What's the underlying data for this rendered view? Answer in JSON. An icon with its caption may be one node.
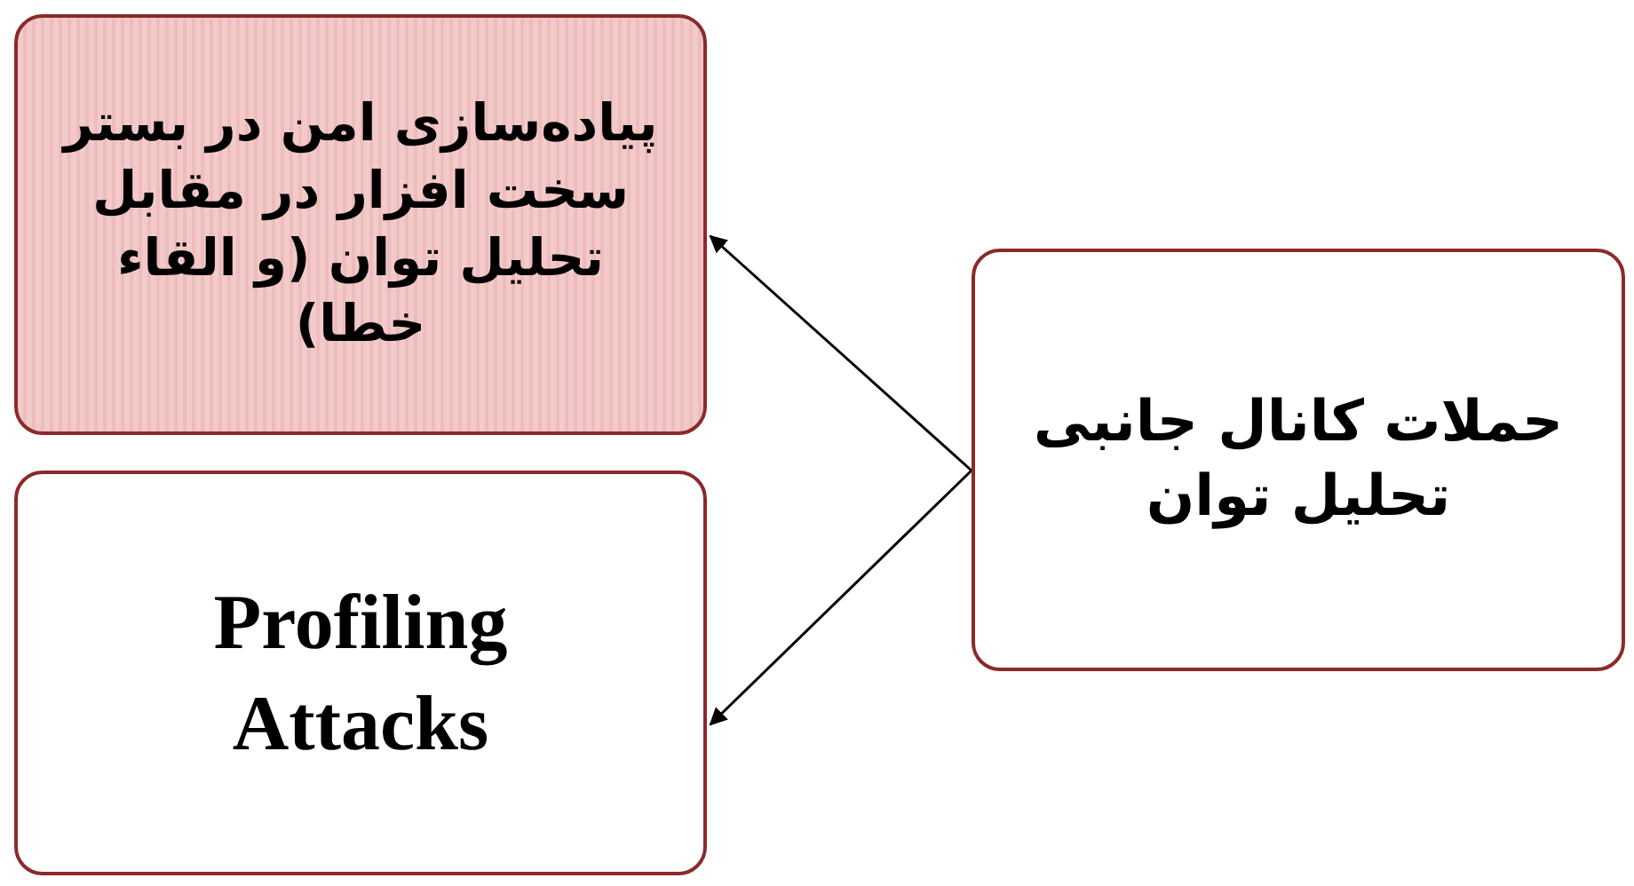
{
  "diagram": {
    "nodes": [
      {
        "text": [
          "پیاده‌سازی امن در بستر سخت افزار در مقابل تحلیل توان (و القاء خطا)"
        ]
      },
      {
        "text": [
          "Profiling Attacks"
        ]
      },
      {
        "text": [
          "حملات کانال جانبی تحلیل توان"
        ]
      }
    ],
    "edges": [
      {
        "from": 2,
        "to": 0,
        "arrow": "to"
      },
      {
        "from": 2,
        "to": 1,
        "arrow": "to"
      }
    ]
  }
}
